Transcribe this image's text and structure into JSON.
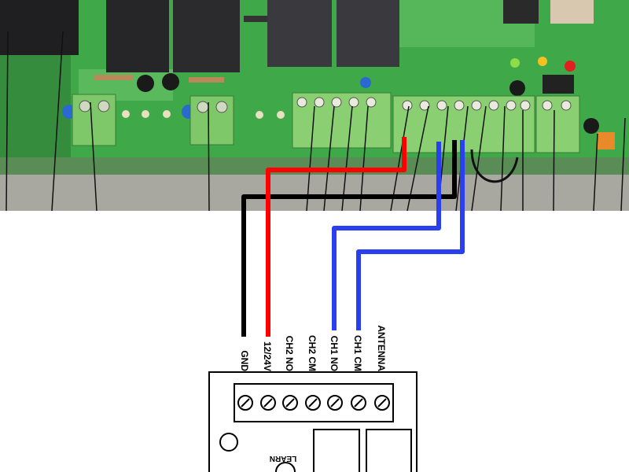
{
  "terminal_labels": [
    "GND",
    "12/24V",
    "CH2 NO",
    "CH2 CM",
    "CH1 NO",
    "CH1 CM",
    "ANTENNA"
  ],
  "learn_label": "LEARN",
  "wire_colors": {
    "gnd": "#000000",
    "power": "#ff0000",
    "ch1_no": "#2a3ff0",
    "ch1_cm": "#2a3ff0"
  },
  "photo": {
    "pcb_color": "#3fae4f",
    "relay_color": "#2a2a2a",
    "terminal_color": "#7fc86a"
  }
}
